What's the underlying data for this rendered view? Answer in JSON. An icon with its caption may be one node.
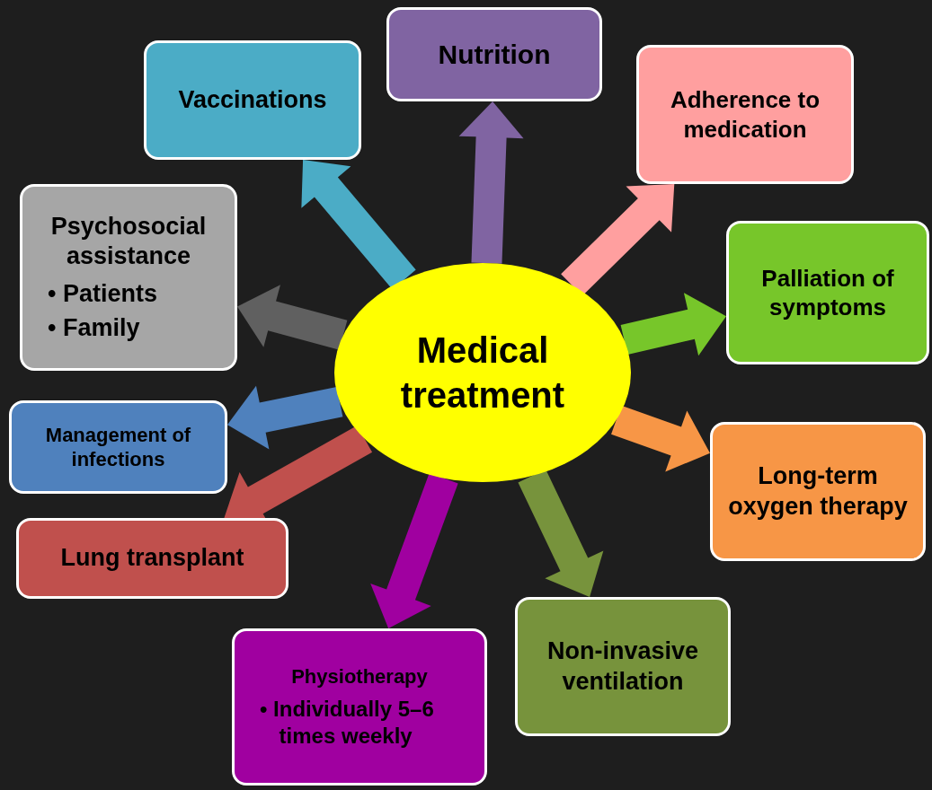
{
  "diagram": {
    "nodes": [
      {
        "text": [
          "Medical treatment"
        ]
      },
      {
        "text": [
          "Vaccinations"
        ]
      },
      {
        "text": [
          "Nutrition"
        ]
      },
      {
        "text": [
          "Adherence to medication"
        ]
      },
      {
        "text": [
          "Palliation of symptoms"
        ]
      },
      {
        "text": [
          "Long-term oxygen therapy"
        ]
      },
      {
        "text": [
          "Non-invasive ventilation"
        ]
      },
      {
        "text": [
          "Physiotherapy",
          "• Individually 5–6 times weekly"
        ]
      },
      {
        "text": [
          "Lung transplant"
        ]
      },
      {
        "text": [
          "Management of infections"
        ]
      },
      {
        "text": [
          "Psychosocial assistance",
          "• Patients",
          "• Family"
        ]
      }
    ],
    "edges": [
      {
        "from": 0,
        "to": 1,
        "arrow": "to",
        "style": "thick",
        "color": "#4bacc6"
      },
      {
        "from": 0,
        "to": 2,
        "arrow": "to",
        "style": "thick",
        "color": "#8064a2"
      },
      {
        "from": 0,
        "to": 3,
        "arrow": "to",
        "style": "thick",
        "color": "#ff9f9f"
      },
      {
        "from": 0,
        "to": 4,
        "arrow": "to",
        "style": "thick",
        "color": "#77c62a"
      },
      {
        "from": 0,
        "to": 5,
        "arrow": "to",
        "style": "thick",
        "color": "#f79646"
      },
      {
        "from": 0,
        "to": 6,
        "arrow": "to",
        "style": "thick",
        "color": "#77933c"
      },
      {
        "from": 0,
        "to": 7,
        "arrow": "to",
        "style": "thick",
        "color": "#a000a0"
      },
      {
        "from": 0,
        "to": 8,
        "arrow": "to",
        "style": "thick",
        "color": "#c0504d"
      },
      {
        "from": 0,
        "to": 9,
        "arrow": "to",
        "style": "thick",
        "color": "#4f81bd"
      },
      {
        "from": 0,
        "to": 10,
        "arrow": "to",
        "style": "thick",
        "color": "#606060"
      }
    ]
  }
}
